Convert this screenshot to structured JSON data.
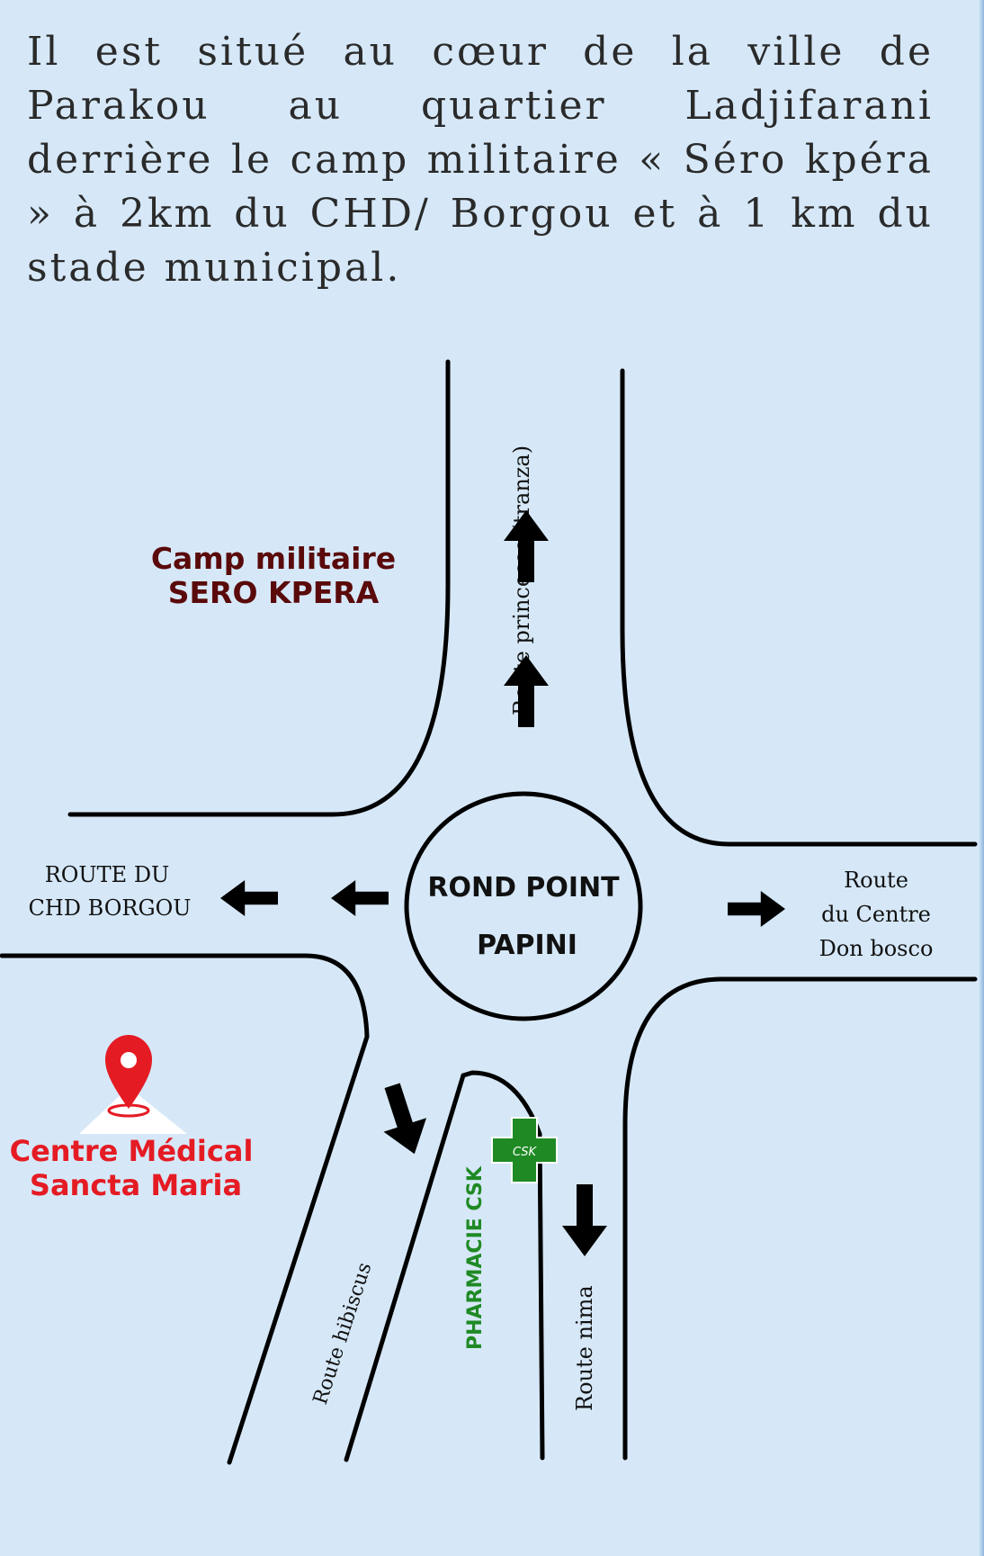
{
  "intro_text": "Il est situé au cœur de la ville de Parakou au quartier Ladjifarani derrière le camp militaire « Séro kpéra » à 2km du CHD/ Borgou et à 1 km du stade municipal.",
  "roundabout": {
    "line1": "ROND POINT",
    "line2": "PAPINI"
  },
  "camp": {
    "line1": "Camp militaire",
    "line2": "SERO KPERA",
    "color": "#5a0a0a"
  },
  "roads": {
    "north": "Route princesse (tranza)",
    "west_line1": "ROUTE DU",
    "west_line2": "CHD BORGOU",
    "east_line1": "Route",
    "east_line2": "du Centre",
    "east_line3": "Don bosco",
    "south_west": "Route hibiscus",
    "south": "Route nima"
  },
  "pharmacy": {
    "label": "PHARMACIE CSK",
    "logo_text": "CSK",
    "color": "#1f8a24"
  },
  "center": {
    "line1": "Centre Médical",
    "line2": "Sancta Maria",
    "color": "#e51b24"
  },
  "icons": {
    "pin": "location-pin-icon",
    "cross": "pharmacy-cross-icon",
    "arrow": "arrow-icon"
  }
}
